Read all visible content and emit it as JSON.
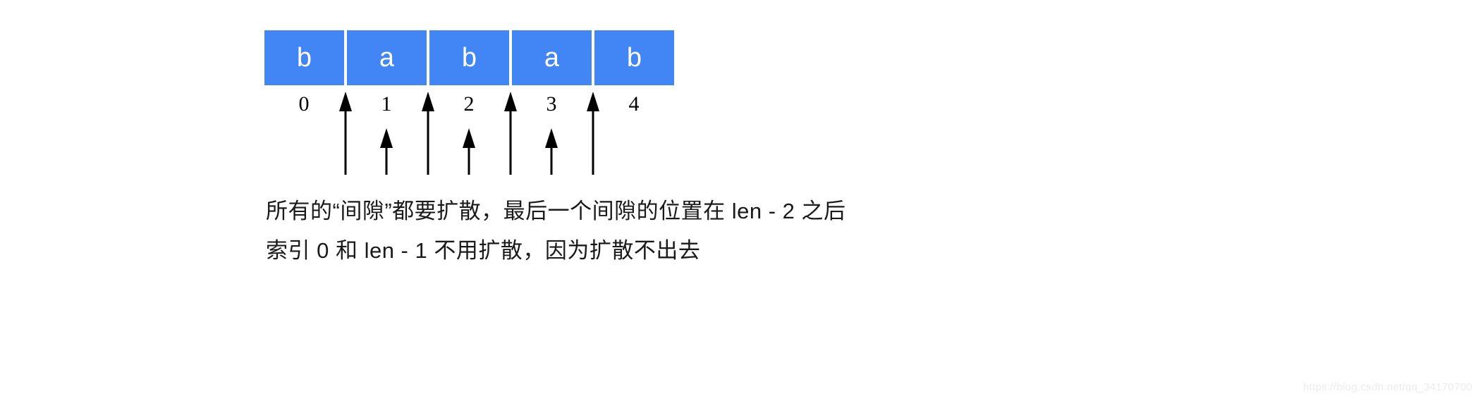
{
  "array": {
    "cells": [
      {
        "letter": "b",
        "index": "0"
      },
      {
        "letter": "a",
        "index": "1"
      },
      {
        "letter": "b",
        "index": "2"
      },
      {
        "letter": "a",
        "index": "3"
      },
      {
        "letter": "b",
        "index": "4"
      }
    ],
    "fill_color": "#4285f4",
    "letter_color": "#ffffff"
  },
  "indices": {
    "labels": [
      "0",
      "1",
      "2",
      "3",
      "4"
    ]
  },
  "arrows": {
    "boundary": {
      "count": 4,
      "note": "tall arrows pointing up at the gaps between cells"
    },
    "center": {
      "count": 3,
      "note": "short arrows pointing up beneath indices 1, 2, 3"
    },
    "color": "#000000"
  },
  "caption": {
    "line1": "所有的“间隙”都要扩散，最后一个间隙的位置在 len - 2 之后",
    "line2": "索引 0 和 len - 1 不用扩散，因为扩散不出去"
  },
  "watermark": {
    "text": "https://blog.csdn.net/qq_34170700",
    "color": "#ececec"
  }
}
